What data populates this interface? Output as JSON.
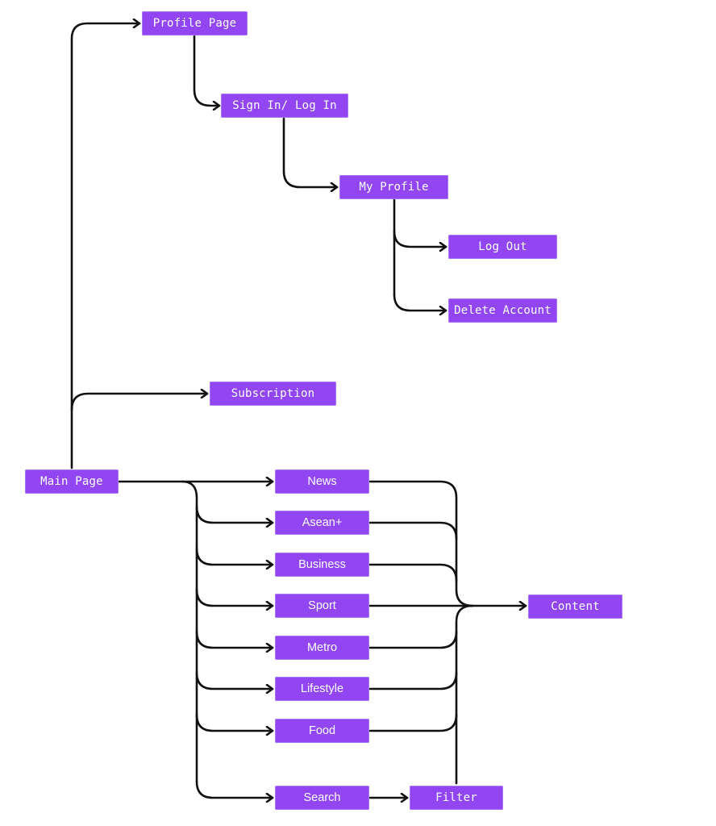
{
  "diagram": {
    "nodes": {
      "profile_page": "Profile Page",
      "sign_in": "Sign In/ Log In",
      "my_profile": "My Profile",
      "log_out": "Log Out",
      "delete_account": "Delete Account",
      "subscription": "Subscription",
      "main_page": "Main Page",
      "news": "News",
      "asean": "Asean+",
      "business": "Business",
      "sport": "Sport",
      "metro": "Metro",
      "lifestyle": "Lifestyle",
      "food": "Food",
      "search": "Search",
      "filter": "Filter",
      "content": "Content"
    },
    "edges": [
      [
        "main_page",
        "profile_page"
      ],
      [
        "main_page",
        "subscription"
      ],
      [
        "profile_page",
        "sign_in"
      ],
      [
        "sign_in",
        "my_profile"
      ],
      [
        "my_profile",
        "log_out"
      ],
      [
        "my_profile",
        "delete_account"
      ],
      [
        "main_page",
        "news"
      ],
      [
        "main_page",
        "asean"
      ],
      [
        "main_page",
        "business"
      ],
      [
        "main_page",
        "sport"
      ],
      [
        "main_page",
        "metro"
      ],
      [
        "main_page",
        "lifestyle"
      ],
      [
        "main_page",
        "food"
      ],
      [
        "main_page",
        "search"
      ],
      [
        "search",
        "filter"
      ],
      [
        "news",
        "content"
      ],
      [
        "asean",
        "content"
      ],
      [
        "business",
        "content"
      ],
      [
        "sport",
        "content"
      ],
      [
        "metro",
        "content"
      ],
      [
        "lifestyle",
        "content"
      ],
      [
        "food",
        "content"
      ],
      [
        "filter",
        "content"
      ]
    ],
    "colors": {
      "node_fill": "#9146f2",
      "node_text": "#ffffff",
      "edge": "#111111"
    }
  }
}
